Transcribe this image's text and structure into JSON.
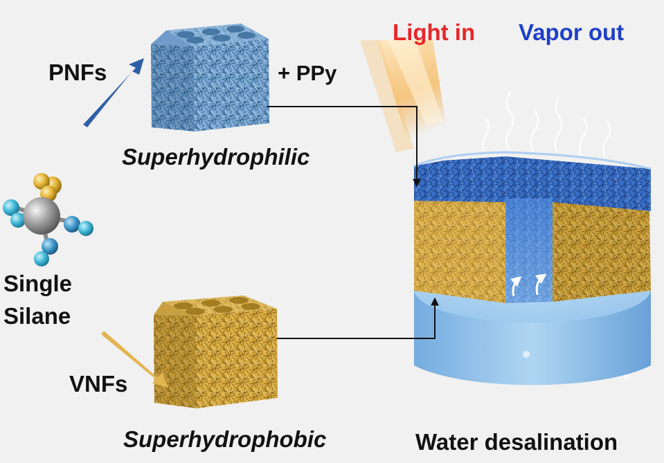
{
  "labels": {
    "pnfs": "PNFs",
    "ppy": "+ PPy",
    "light_in": "Light in",
    "vapor_out": "Vapor out",
    "superhydrophilic": "Superhydrophilic",
    "single": "Single",
    "silane": "Silane",
    "vnfs": "VNFs",
    "superhydrophobic": "Superhydrophobic",
    "water_desalination": "Water desalination"
  },
  "colors": {
    "background": "#f1f1f1",
    "pnf_blue": "#5b8fbd",
    "vnf_gold": "#c99a2c",
    "light_red": "#e8262a",
    "vapor_blue": "#1f3fc9",
    "water_blue": "#8ec2ea",
    "arrow_blue": "#2f5fa8",
    "arrow_gold": "#e3b552",
    "silane_core": "#9a9a9a",
    "silane_cyan": "#3fb6d6",
    "silane_gold": "#e0b030",
    "connector": "#111111"
  }
}
